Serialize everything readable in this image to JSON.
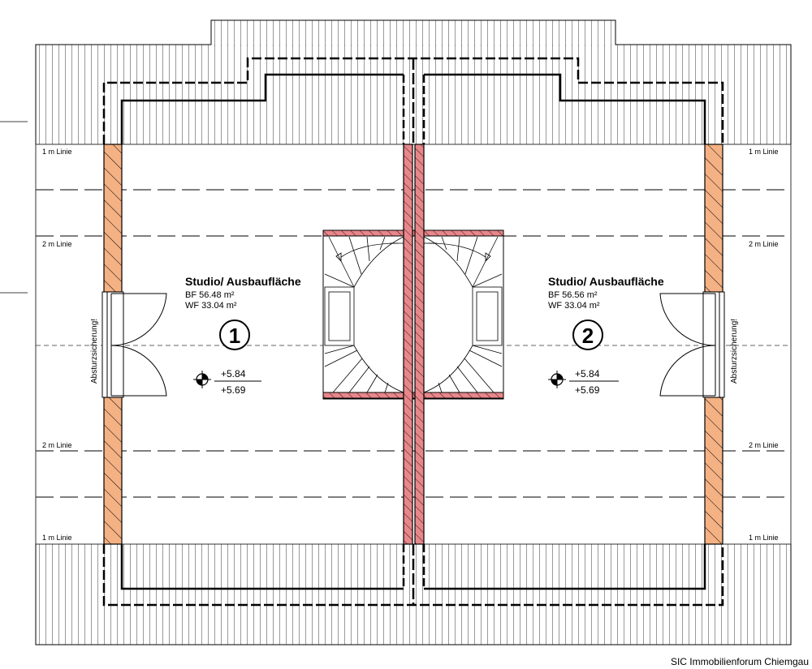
{
  "plan": {
    "line_labels": {
      "one_m": "1 m Linie",
      "two_m": "2 m Linie"
    },
    "units": [
      {
        "number": "1",
        "room_name": "Studio/ Ausbaufläche",
        "bf": "BF 56.48 m²",
        "wf": "WF 33.04 m²",
        "level_top": "+5.84",
        "level_bottom": "+5.69",
        "fall_protection": "Absturzsicherung!"
      },
      {
        "number": "2",
        "room_name": "Studio/ Ausbaufläche",
        "bf": "BF 56.56 m²",
        "wf": "WF 33.04 m²",
        "level_top": "+5.84",
        "level_bottom": "+5.69",
        "fall_protection": "Absturzsicherung!"
      }
    ]
  },
  "credit": "SIC Immobilienforum Chiemgau",
  "colors": {
    "wall_fill": "#f4b183",
    "stair_wall_fill": "#e8868a",
    "line": "#000000",
    "dash": "#555555"
  }
}
